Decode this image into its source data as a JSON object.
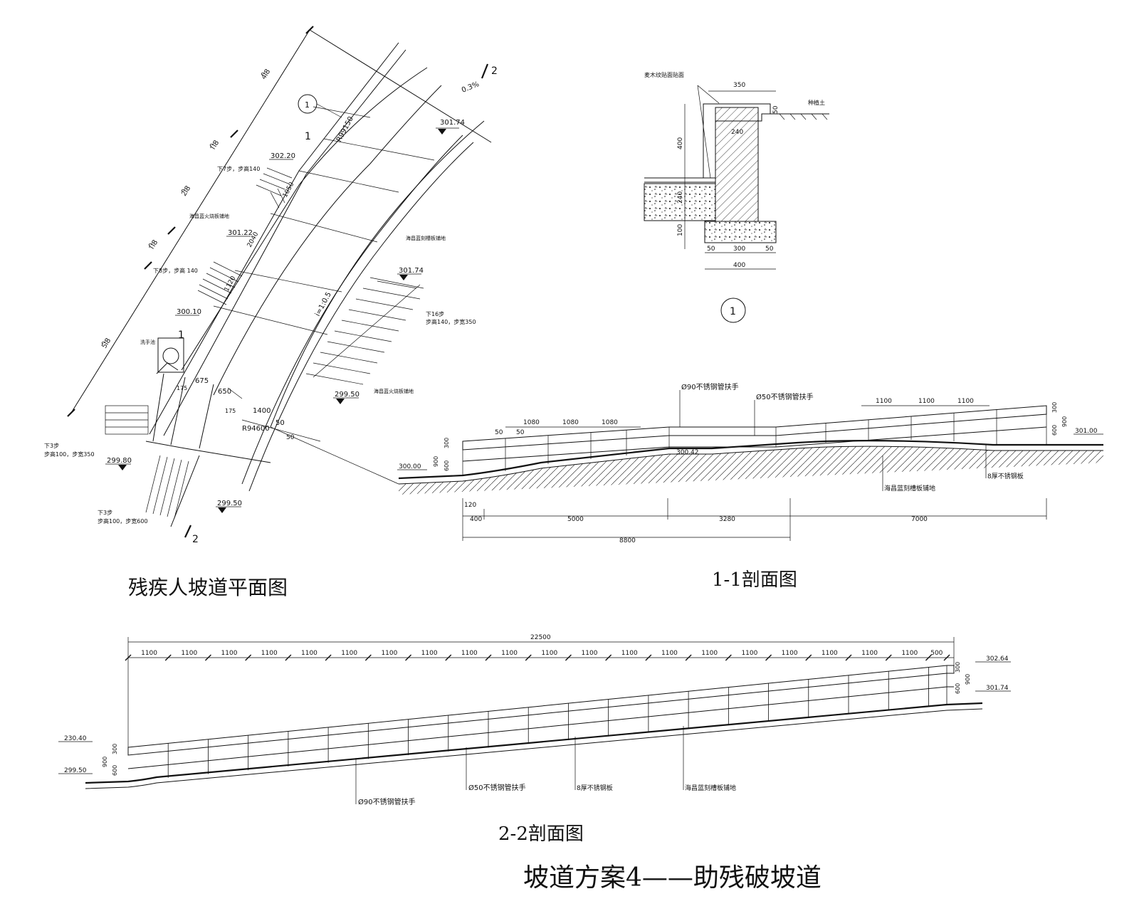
{
  "plan": {
    "title": "残疾人坡道平面图",
    "dims": [
      "4ी8",
      "1ी8",
      "2ी8",
      "1ी8",
      "5ी8"
    ],
    "elev_30220": "302.20",
    "elev_30122": "301.22",
    "elev_30010": "300.10",
    "elev_29980": "299.80",
    "elev_29950a": "299.50",
    "elev_29950b": "299.50",
    "elev_30174a": "301.74",
    "elev_30174b": "301.74",
    "slope": "0.3%",
    "radius1": "R99150",
    "radius2": "R94600",
    "gradient": "i=1:0.5",
    "step7": "下7步，步高140",
    "step8": "下8步，步高 140",
    "step16a": "下16步",
    "step16b": "步高140，步宽350",
    "step3a_1": "下3步",
    "step3a_2": "步高100，步宽350",
    "step3b_1": "下3步",
    "step3b_2": "步高100，步宽600",
    "paving1": "海昌蓝火烧板铺地",
    "paving2": "海昌蓝刻槽板铺地",
    "paving3": "海昌蓝火烧板铺地",
    "wash": "洗手池",
    "d1050": "1050",
    "d2040": "2040",
    "d1120": "1120",
    "d675": "675",
    "d650": "650",
    "d1400": "1400",
    "d50a": "50",
    "d50b": "50",
    "d175a": "175",
    "d175b": "175",
    "cut1": "1",
    "cut1b": "1",
    "cut2": "2",
    "cut2b": "2",
    "detail_mark": "1"
  },
  "detail": {
    "finish": "麦木纹贴面贴面",
    "soil": "种植土",
    "d350": "350",
    "d240": "240",
    "d400v": "400",
    "d240v": "240",
    "d100v": "100",
    "d50v": "50",
    "d50a": "50",
    "d300": "300",
    "d50b": "50",
    "d400": "400",
    "mark": "1"
  },
  "section1": {
    "title": "1-1剖面图",
    "rail90": "Ø90不锈钢管扶手",
    "rail50": "Ø50不锈钢管扶手",
    "plate": "8厚不锈钢板",
    "paving": "海昌蓝刻槽板铺地",
    "elev_30000": "300.00",
    "elev_30042": "300.42",
    "elev_30100": "301.00",
    "top_dims": [
      "1080",
      "1080",
      "1080"
    ],
    "right_dims": [
      "1100",
      "1100",
      "1100"
    ],
    "d50a": "50",
    "d50b": "50",
    "v300a": "300",
    "v600a": "600",
    "v900a": "900",
    "v300b": "300",
    "v600b": "600",
    "v900b": "900",
    "d120": "120",
    "d400": "400",
    "d5000": "5000",
    "d3280": "3280",
    "d7000": "7000",
    "d8800": "8800"
  },
  "section2": {
    "title": "2-2剖面图",
    "total": "22500",
    "dims": [
      "1100",
      "1100",
      "1100",
      "1100",
      "1100",
      "1100",
      "1100",
      "1100",
      "1100",
      "1100",
      "1100",
      "1100",
      "1100",
      "1100",
      "1100",
      "1100",
      "1100",
      "1100",
      "1100",
      "1100",
      "500"
    ],
    "elev_30264": "302.64",
    "elev_30174": "301.74",
    "elev_23040": "230.40",
    "elev_29950": "299.50",
    "v300a": "300",
    "v600a": "600",
    "v900a": "900",
    "v300b": "300",
    "v600b": "600",
    "v900b": "900",
    "rail90": "Ø90不锈钢管扶手",
    "rail50": "Ø50不锈钢管扶手",
    "plate": "8厚不锈钢板",
    "paving": "海昌蓝刻槽板铺地"
  },
  "main_title": "坡道方案4——助残破坡道"
}
